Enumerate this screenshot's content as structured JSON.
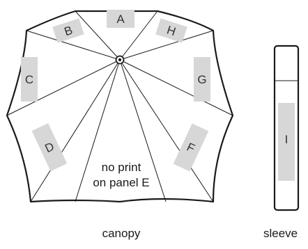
{
  "canopy": {
    "panels": [
      {
        "id": "A",
        "label": "A"
      },
      {
        "id": "B",
        "label": "B"
      },
      {
        "id": "C",
        "label": "C"
      },
      {
        "id": "D",
        "label": "D"
      },
      {
        "id": "F",
        "label": "F"
      },
      {
        "id": "G",
        "label": "G"
      },
      {
        "id": "H",
        "label": "H"
      }
    ],
    "note_line1": "no print",
    "note_line2": "on panel E",
    "caption": "canopy"
  },
  "sleeve": {
    "panel_label": "I",
    "caption": "sleeve"
  },
  "colors": {
    "outline": "#1a1a1a",
    "print_area": "#d7d7d7"
  }
}
